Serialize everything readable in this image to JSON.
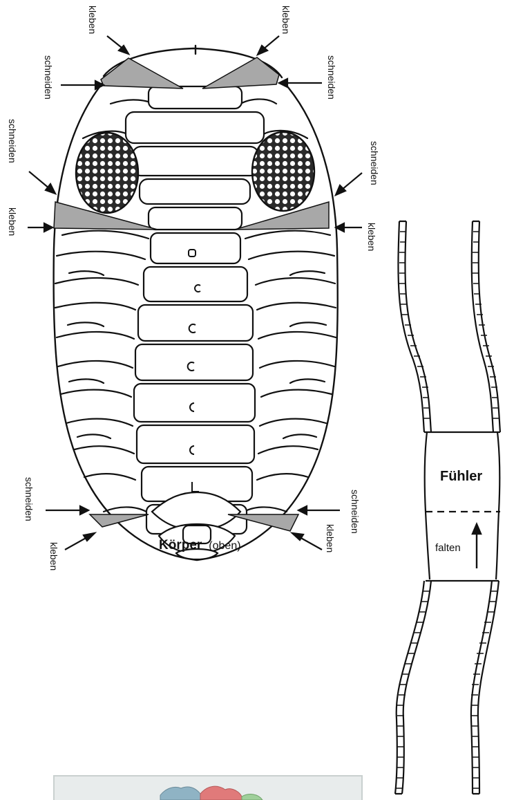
{
  "labels": {
    "glue": "kleben",
    "cut": "schneiden",
    "fold": "falten"
  },
  "body": {
    "title": "Körper",
    "subtitle": "(oben)"
  },
  "antenna": {
    "title": "Fühler"
  },
  "colors": {
    "line": "#111111",
    "flap": "#a8a8a8",
    "eye_fill": "#333333",
    "photo_frame": "#c9d0cf"
  }
}
